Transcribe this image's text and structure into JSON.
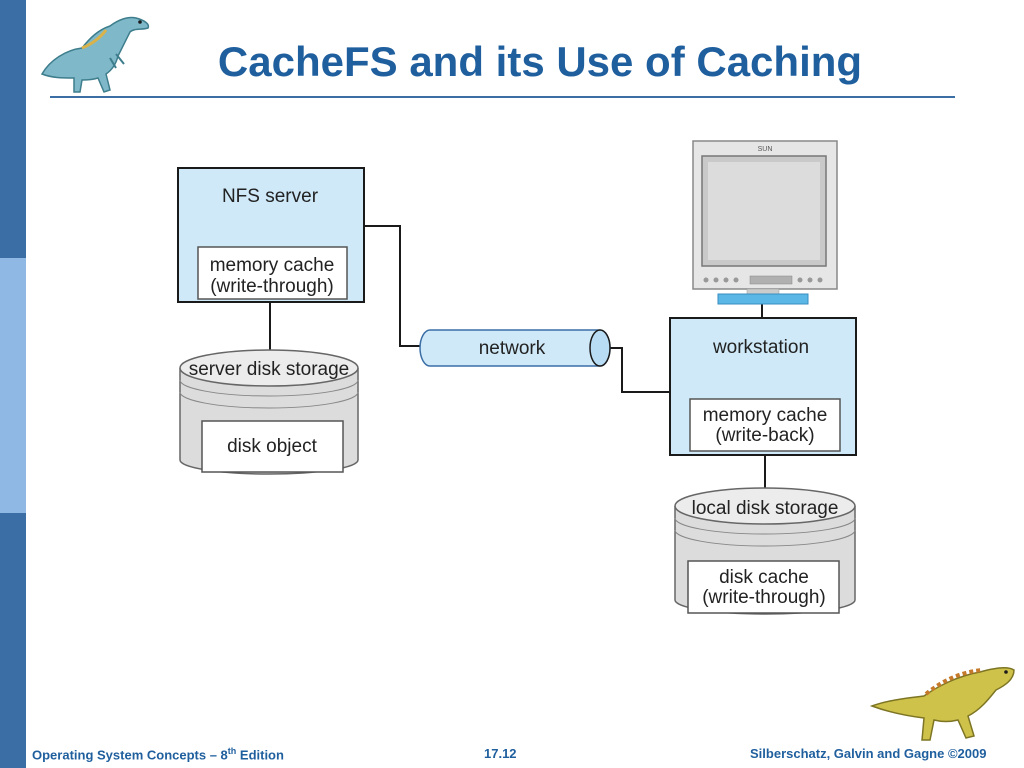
{
  "slide": {
    "title": "CacheFS and its Use of Caching",
    "footer_left": {
      "pre": "Operating System Concepts – 8",
      "sup": "th",
      "post": " Edition"
    },
    "footer_center": "17.12",
    "footer_right": "Silberschatz, Galvin and Gagne ©2009"
  },
  "diagram": {
    "nfs_server": {
      "label": "NFS server",
      "cache_line1": "memory cache",
      "cache_line2": "(write-through)"
    },
    "server_disk": {
      "label": "server disk storage",
      "object": "disk object"
    },
    "network": {
      "label": "network"
    },
    "monitor": {
      "brand": "SUN"
    },
    "workstation": {
      "label": "workstation",
      "cache_line1": "memory cache",
      "cache_line2": "(write-back)"
    },
    "local_disk": {
      "label": "local disk storage",
      "cache_line1": "disk cache",
      "cache_line2": "(write-through)"
    }
  },
  "colors": {
    "title": "#1f5f9e",
    "sidebar_dark": "#3a6ea5",
    "sidebar_light": "#8fb8e4",
    "box_fill": "#cfe9f8",
    "cylinder_fill": "#dcdcdc"
  },
  "icons": {
    "top_left": "dinosaur-icon",
    "bottom_right": "dinosaur-icon"
  }
}
